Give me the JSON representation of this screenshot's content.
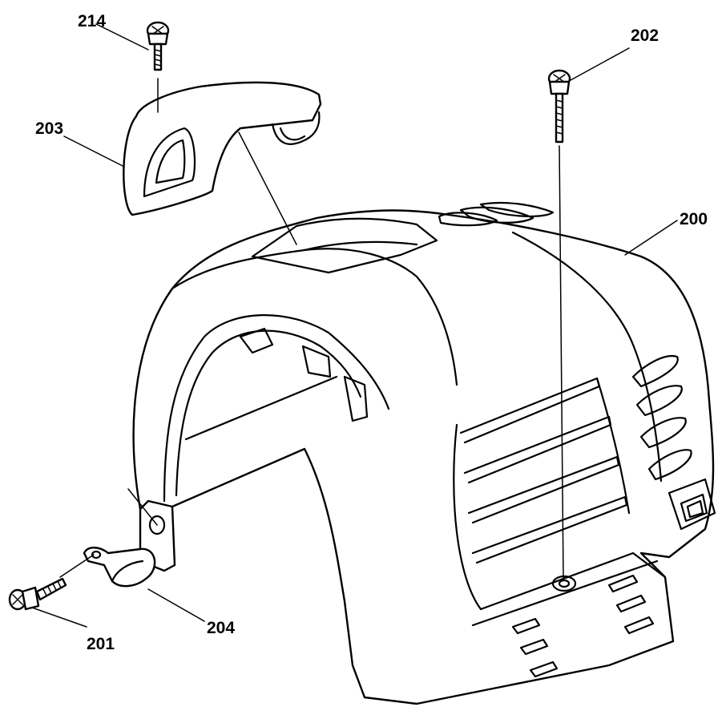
{
  "callouts": [
    {
      "id": "c214",
      "text": "214"
    },
    {
      "id": "c203",
      "text": "203"
    },
    {
      "id": "c202",
      "text": "202"
    },
    {
      "id": "c200",
      "text": "200"
    },
    {
      "id": "c201",
      "text": "201"
    },
    {
      "id": "c204",
      "text": "204"
    }
  ],
  "colors": {
    "line": "#000000",
    "background": "#ffffff"
  }
}
